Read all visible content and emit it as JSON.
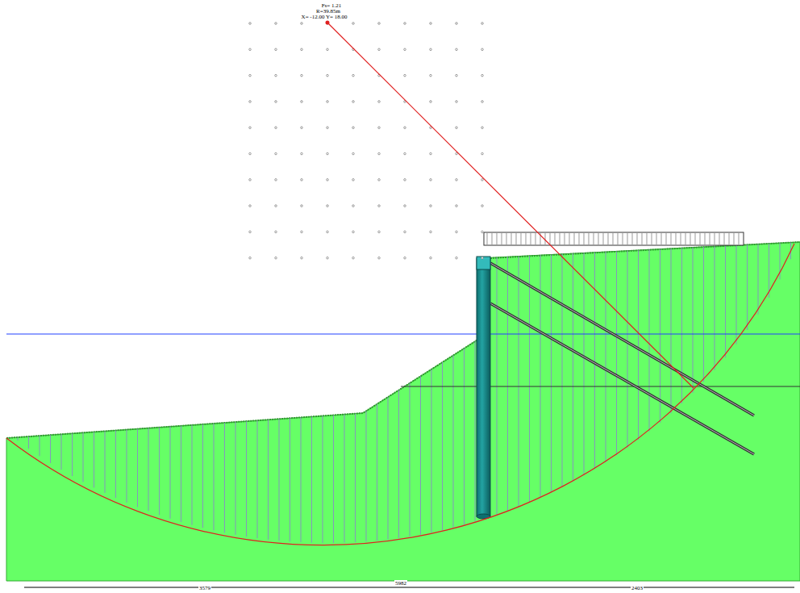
{
  "diagram": {
    "labels": [
      "Fs= 1.21",
      "R=39.85m",
      "X= -12.00 Y= 18.00",
      "5982",
      "3579",
      "2403"
    ]
  }
}
